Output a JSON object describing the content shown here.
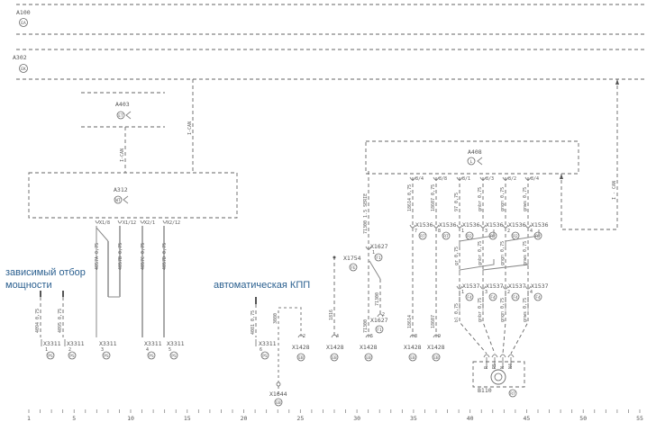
{
  "modules": {
    "a100": {
      "label": "A100",
      "code": "EA"
    },
    "a302": {
      "label": "A302",
      "code": "EK"
    },
    "a403": {
      "label": "A403",
      "code": "ET"
    },
    "a312": {
      "label": "A312",
      "code": "WT"
    },
    "a408": {
      "label": "A408",
      "code": "L"
    },
    "b110": {
      "label": "B110",
      "code": "R7"
    }
  },
  "bus_labels": {
    "can_a403": "I-CAN",
    "can_a312": "I-CAN",
    "can_right": "I - CAN"
  },
  "annotations": {
    "pto_line1": "зависимый отбор",
    "pto_line2": "мощности",
    "transmission": "автоматическая КПП"
  },
  "a312_pins": [
    "X1/8",
    "X1/12",
    "X2/1",
    "X2/12"
  ],
  "a312_wires": [
    "4057A 0,75",
    "4057B 0,75",
    "4057C 0,75",
    "4057D 0,75"
  ],
  "left_wires": [
    "4094 0,75",
    "4095 0,75"
  ],
  "x3311": [
    {
      "label": "X3311",
      "pin": "1",
      "code": "PS"
    },
    {
      "label": "X3311",
      "pin": "2",
      "code": "PS"
    },
    {
      "label": "X3311",
      "pin": "3",
      "code": "PS"
    },
    {
      "label": "X3311",
      "pin": "4",
      "code": "PS"
    },
    {
      "label": "X3311",
      "pin": "5",
      "code": "PS"
    },
    {
      "label": "X3311",
      "pin": "6",
      "code": "PS"
    }
  ],
  "kpp_wires": {
    "w1": "4081 0,75",
    "w2": "3080",
    "w3": "1816",
    "w4": "71300",
    "w5": "71300",
    "w6": "71300 1.5 SERIE"
  },
  "x1428": [
    {
      "label": "X1428",
      "pin": "2",
      "code": "EB"
    },
    {
      "label": "X1428",
      "pin": "4",
      "code": "EB"
    },
    {
      "label": "X1428",
      "pin": "5",
      "code": "EB"
    },
    {
      "label": "X1428",
      "pin": "8",
      "code": "EB"
    },
    {
      "label": "X1428",
      "pin": "9",
      "code": "EB"
    }
  ],
  "x1754": {
    "label": "X1754",
    "code": "FE"
  },
  "x1627_top": {
    "label": "X1627",
    "pin": "1",
    "code": "F1"
  },
  "x1627_bot": {
    "label": "X1627",
    "pin": "2",
    "code": "F1"
  },
  "x1644": {
    "label": "X1644",
    "code": "EB"
  },
  "a408_pins": [
    "8/4",
    "8/8",
    "8/1",
    "8/3",
    "8/2",
    "8/4"
  ],
  "a408_wires": [
    "18614 0,75",
    "18607 0,75",
    "97 0,75",
    "gnbr 0,75",
    "gngn 0,75",
    "gnws 0,75"
  ],
  "x1536": [
    {
      "label": "X1536",
      "pin": "7",
      "code": "R7"
    },
    {
      "label": "X1536",
      "pin": "8",
      "code": "R7"
    },
    {
      "label": "X1536",
      "pin": "1",
      "code": "R2"
    },
    {
      "label": "X1536",
      "pin": "3",
      "code": "R2"
    },
    {
      "label": "X1536",
      "pin": "2",
      "code": "R2"
    },
    {
      "label": "X1536",
      "pin": "4",
      "code": "R2"
    }
  ],
  "mid_wires": [
    "gr 0,75",
    "gnbr 0,75",
    "gngn 0,75",
    "gnws 0,75"
  ],
  "x1537": [
    {
      "label": "X1537",
      "pin": "1",
      "code": "F4"
    },
    {
      "label": "X1537",
      "pin": "3",
      "code": "F4"
    },
    {
      "label": "X1537",
      "pin": "2",
      "code": "F4"
    },
    {
      "label": "X1537",
      "pin": "4",
      "code": "F4"
    }
  ],
  "low_wires": [
    "bl 0,75",
    "gnbr 0,75",
    "gngn 0,75",
    "gnws 0,75"
  ],
  "x1428_right_wires": [
    "18614",
    "18607"
  ],
  "b110_pins": [
    "R",
    "R5",
    "N",
    "N4"
  ],
  "scale": [
    "1",
    "5",
    "10",
    "15",
    "20",
    "25",
    "30",
    "35",
    "40",
    "45",
    "50",
    "55"
  ]
}
